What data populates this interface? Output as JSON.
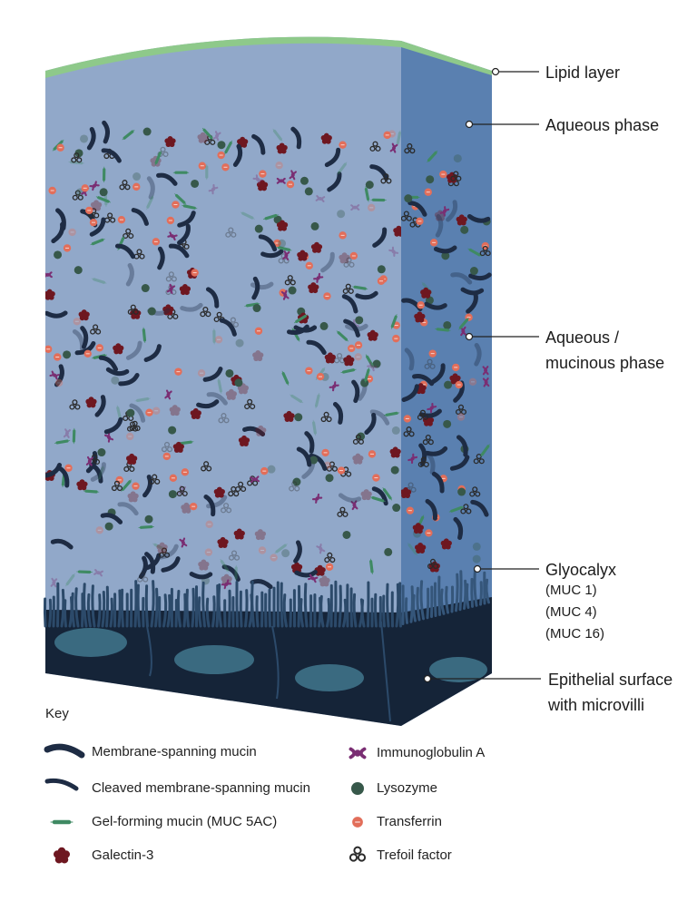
{
  "colors": {
    "front": "#91a8c9",
    "side": "#5a80b0",
    "lipid": "#8ec98a",
    "epithelium": "#152438",
    "nucleus": "#3a6a80",
    "membrane_mucin": "#1e2c44",
    "gel_mucin": "#3f8a63",
    "galectin": "#6e1720",
    "iga": "#7a2e73",
    "lysozyme": "#37584a",
    "transferrin": "#e26e5a",
    "trefoil": "#2a2a2a"
  },
  "labels": {
    "lipid_layer": "Lipid layer",
    "aqueous_phase": "Aqueous phase",
    "aqueous_mucinous_line1": "Aqueous /",
    "aqueous_mucinous_line2": "mucinous phase",
    "glycocalyx": "Glyocalyx",
    "muc1": "(MUC 1)",
    "muc4": "(MUC 4)",
    "muc16": "(MUC 16)",
    "epithelial_line1": "Epithelial surface",
    "epithelial_line2": "with microvilli"
  },
  "key": {
    "title": "Key",
    "membrane_spanning": "Membrane-spanning mucin",
    "cleaved": "Cleaved membrane-spanning mucin",
    "gel_forming": "Gel-forming mucin (MUC 5AC)",
    "galectin": "Galectin-3",
    "iga": "Immunoglobulin A",
    "lysozyme": "Lysozyme",
    "transferrin": "Transferrin",
    "trefoil": "Trefoil factor"
  }
}
